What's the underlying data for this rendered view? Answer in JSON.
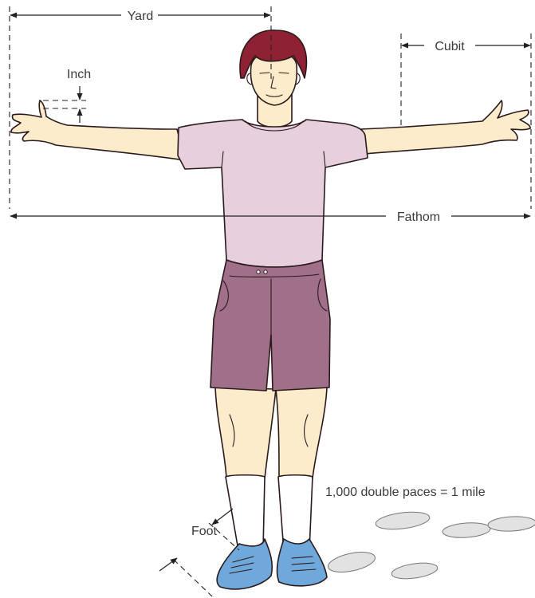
{
  "labels": {
    "yard": "Yard",
    "cubit": "Cubit",
    "inch": "Inch",
    "fathom": "Fathom",
    "foot": "Foot",
    "paces": "1,000 double paces = 1 mile"
  },
  "colors": {
    "skin": "#fdeccb",
    "shirt": "#e7cfde",
    "shorts": "#a0708a",
    "hair": "#8e2134",
    "sneakers": "#6fa9dc",
    "socks": "#ffffff",
    "footprints": "#e2e2e2"
  }
}
